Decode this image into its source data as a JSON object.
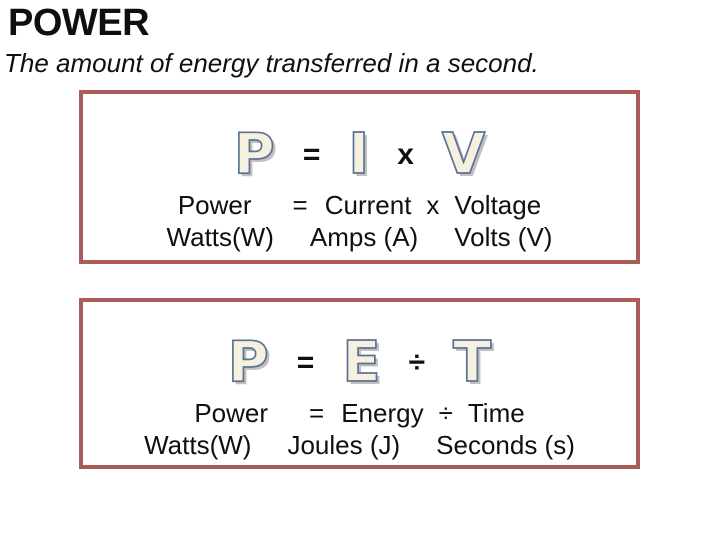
{
  "page": {
    "title": "POWER",
    "subtitle": "The amount of energy transferred in a second."
  },
  "colors": {
    "box_border": "#a95c5a",
    "wordart_fill": "#f6f0df",
    "wordart_outline": "#5a7397",
    "wordart_shadow": "#c2c1bf",
    "text": "#0f0f0f"
  },
  "boxes": [
    {
      "formula": {
        "lhs": "P",
        "eq": "=",
        "a": "I",
        "op": "x",
        "b": "V"
      },
      "words": {
        "lhs": "Power",
        "eq": "=",
        "a": "Current",
        "op": "x",
        "b": "Voltage"
      },
      "units": {
        "lhs": "Watts(W)",
        "a": "Amps (A)",
        "b": "Volts (V)"
      }
    },
    {
      "formula": {
        "lhs": "P",
        "eq": "=",
        "a": "E",
        "op": "÷",
        "b": "T"
      },
      "words": {
        "lhs": "Power",
        "eq": "=",
        "a": "Energy",
        "op": "÷",
        "b": "Time"
      },
      "units": {
        "lhs": "Watts(W)",
        "a": "Joules (J)",
        "b": "Seconds (s)"
      }
    }
  ]
}
